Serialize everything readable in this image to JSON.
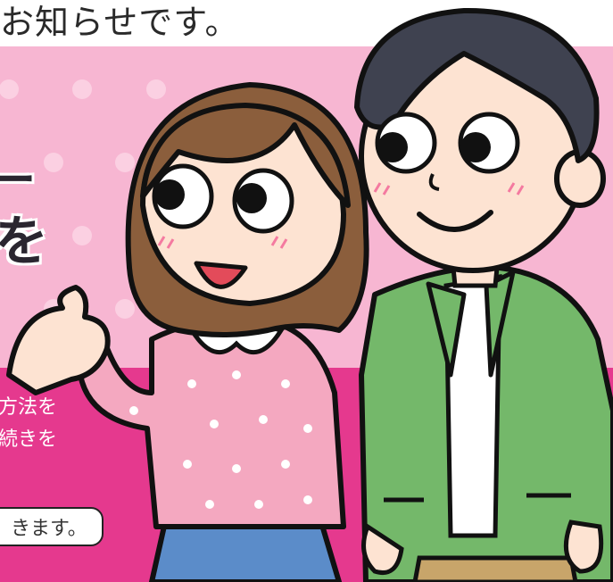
{
  "heading": {
    "text": "お知らせです。"
  },
  "banner": {
    "big_chars": [
      "ー",
      "を"
    ]
  },
  "body": {
    "line_1": "方法を",
    "line_2": "続きを"
  },
  "pill": {
    "text": "きます。"
  },
  "colors": {
    "pink": "#f7b6d2",
    "magenta": "#e5398e",
    "jacket_green": "#74b86a",
    "hair_brown": "#8b5e3c",
    "hair_dark": "#3f4250",
    "sweater_pink": "#f4a8c0",
    "skirt_blue": "#5b8cc9",
    "skin": "#fde3d2"
  },
  "illustration": {
    "subjects": [
      "woman",
      "man"
    ]
  }
}
